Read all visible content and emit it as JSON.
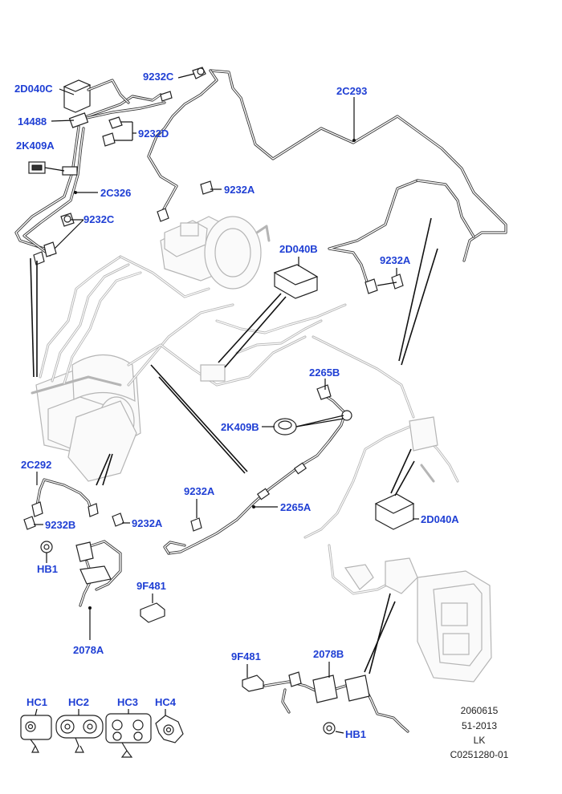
{
  "labels": {
    "l_2D040C": "2D040C",
    "l_9232C_top": "9232C",
    "l_2C293": "2C293",
    "l_14488": "14488",
    "l_9232D": "9232D",
    "l_2K409A": "2K409A",
    "l_2C326": "2C326",
    "l_9232A_top": "9232A",
    "l_9232C_mid": "9232C",
    "l_2D040B": "2D040B",
    "l_9232A_right": "9232A",
    "l_2265B": "2265B",
    "l_2K409B": "2K409B",
    "l_2C292": "2C292",
    "l_9232A_center": "9232A",
    "l_2265A": "2265A",
    "l_2D040A": "2D040A",
    "l_9232B": "9232B",
    "l_9232A_left": "9232A",
    "l_HB1_left": "HB1",
    "l_9F481_left": "9F481",
    "l_2078A": "2078A",
    "l_9F481_right": "9F481",
    "l_2078B": "2078B",
    "l_HB1_right": "HB1",
    "l_HC1": "HC1",
    "l_HC2": "HC2",
    "l_HC3": "HC3",
    "l_HC4": "HC4"
  },
  "footer": {
    "code": "2060615",
    "date": "51-2013",
    "region": "LK",
    "ref": "C0251280-01"
  },
  "colors": {
    "callout": "#1f3fd4",
    "line": "#222222",
    "context": "#b5b5b5"
  }
}
